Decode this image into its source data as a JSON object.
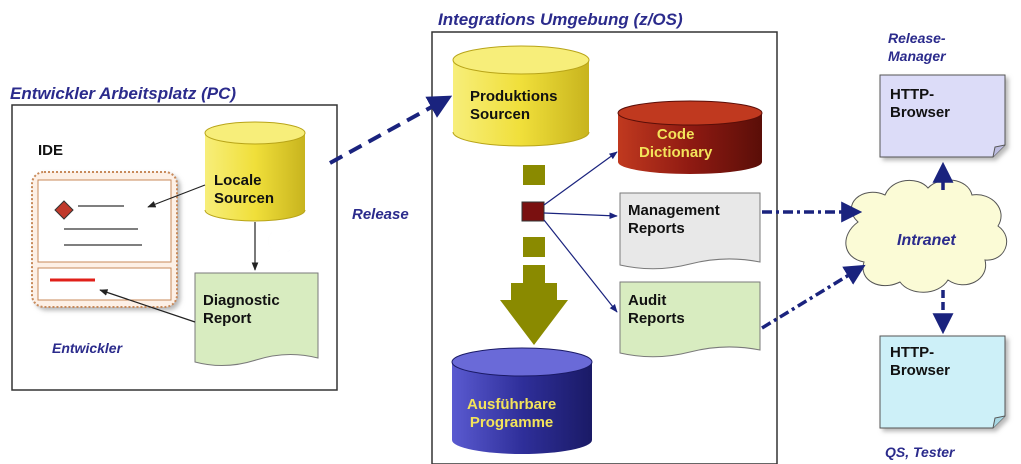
{
  "labels": {
    "pc_title": "Entwickler Arbeitsplatz (PC)",
    "zos_title": "Integrations Umgebung (z/OS)",
    "ide": "IDE",
    "entwickler": "Entwickler",
    "release": "Release",
    "intranet": "Intranet",
    "release_manager_line1": "Release-",
    "release_manager_line2": "Manager",
    "qs_tester": "QS, Tester"
  },
  "nodes": {
    "locale_sourcen": [
      "Locale",
      "Sourcen"
    ],
    "diagnostic_report": [
      "Diagnostic",
      "Report"
    ],
    "produktions_sourcen": [
      "Produktions",
      "Sourcen"
    ],
    "code_dictionary": [
      "Code",
      "Dictionary"
    ],
    "management_reports": [
      "Management",
      "Reports"
    ],
    "audit_reports": [
      "Audit",
      "Reports"
    ],
    "ausfuehrbare_programme": [
      "Ausführbare",
      "Programme"
    ],
    "http_browser_top": [
      "HTTP-",
      "Browser"
    ],
    "http_browser_bottom": [
      "HTTP-",
      "Browser"
    ]
  },
  "colors": {
    "title_blue": "#2b2b8c",
    "arrow_navy": "#1a237e",
    "cylinder_yellow": "#f2e34c",
    "cylinder_red": "#8f1a12",
    "cylinder_blue": "#2f2f9a",
    "report_green": "#d8ecc0",
    "report_gray": "#e8e8e8",
    "browser_purple": "#dcdcf8",
    "browser_cyan": "#cdf0f8",
    "olive": "#8a8a00"
  }
}
